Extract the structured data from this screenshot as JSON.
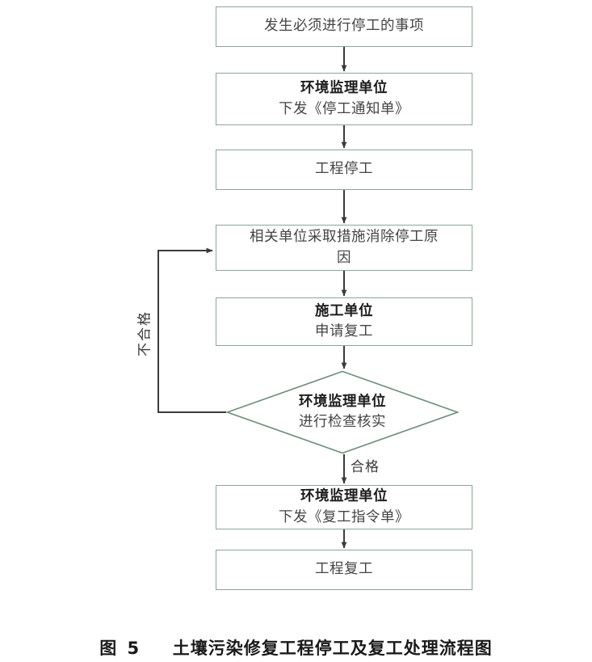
{
  "figure": {
    "caption_prefix": "图",
    "caption_number": "5",
    "caption_title": "土壤污染修复工程停工及复工处理流程图",
    "border_color": "#8aa796",
    "connector_color": "#3b3b3b",
    "background_color": "#ffffff"
  },
  "nodes": [
    {
      "id": "trigger-event",
      "type": "process",
      "lines": [
        {
          "text": "发生必须进行停工的事项",
          "bold": false
        }
      ]
    },
    {
      "id": "issue-stop-notice",
      "type": "process",
      "lines": [
        {
          "text": "环境监理单位",
          "bold": true
        },
        {
          "text": "下发《停工通知单》",
          "bold": false
        }
      ]
    },
    {
      "id": "project-stopped",
      "type": "process",
      "lines": [
        {
          "text": "工程停工",
          "bold": false
        }
      ]
    },
    {
      "id": "remove-stop-cause",
      "type": "process",
      "lines": [
        {
          "text": "相关单位采取措施消除停工原",
          "bold": false
        },
        {
          "text": "因",
          "bold": false
        }
      ]
    },
    {
      "id": "apply-resume",
      "type": "process",
      "lines": [
        {
          "text": "施工单位",
          "bold": true
        },
        {
          "text": "申请复工",
          "bold": false
        }
      ]
    },
    {
      "id": "inspection-check",
      "type": "decision",
      "lines": [
        {
          "text": "环境监理单位",
          "bold": true
        },
        {
          "text": "进行检查核实",
          "bold": false
        }
      ]
    },
    {
      "id": "issue-resume-order",
      "type": "process",
      "lines": [
        {
          "text": "环境监理单位",
          "bold": true
        },
        {
          "text": "下发《复工指令单》",
          "bold": false
        }
      ]
    },
    {
      "id": "project-resumed",
      "type": "process",
      "lines": [
        {
          "text": "工程复工",
          "bold": false
        }
      ]
    }
  ],
  "edge_labels": {
    "pass": "合格",
    "fail": "不合格"
  }
}
